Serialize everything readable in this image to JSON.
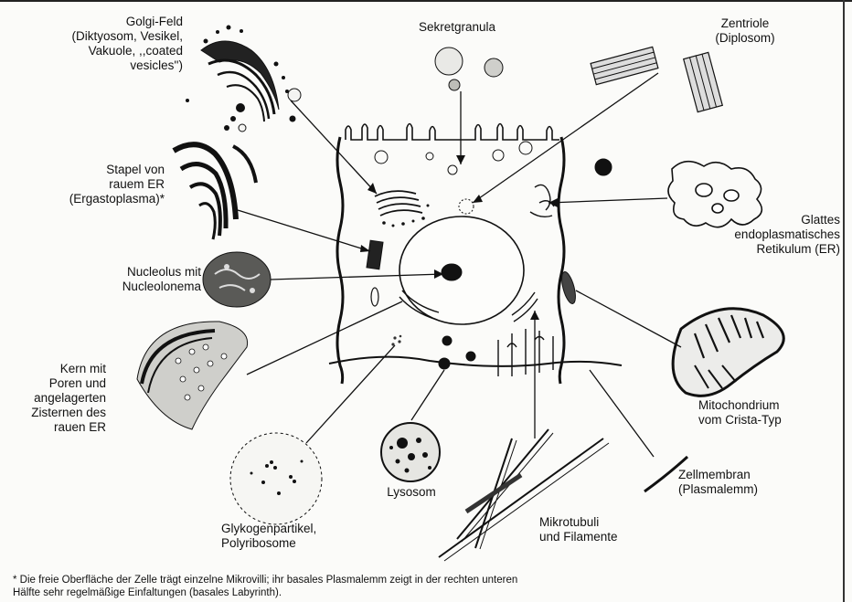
{
  "labels": {
    "golgi": [
      "Golgi-Feld",
      "(Diktyosom, Vesikel,",
      "Vakuole, ,,coated",
      "vesicles'')"
    ],
    "sekret": [
      "Sekretgranula"
    ],
    "zentriole": [
      "Zentriole",
      "(Diplosom)"
    ],
    "stapel": [
      "Stapel von",
      "rauem ER",
      "(Ergastoplasma)*"
    ],
    "glattes": [
      "Glattes",
      "endoplasmatisches",
      "Retikulum (ER)"
    ],
    "nucleolus": [
      "Nucleolus mit",
      "Nucleolonema"
    ],
    "kern": [
      "Kern mit",
      "Poren und",
      "angelagerten",
      "Zisternen des",
      "rauen ER"
    ],
    "mito": [
      "Mitochondrium",
      "vom Crista-Typ"
    ],
    "lysosom": [
      "Lysosom"
    ],
    "zellmembran": [
      "Zellmembran",
      "(Plasmalemm)"
    ],
    "glykogen": [
      "Glykogenpartikel,",
      "Polyribosome"
    ],
    "mikrotubuli": [
      "Mikrotubuli",
      "und Filamente"
    ]
  },
  "footnote": [
    "* Die freie Oberfläche der Zelle trägt einzelne Mikrovilli; ihr basales Plasmalemm zeigt in der rechten unteren",
    "Hälfte sehr regelmäßige Einfaltungen (basales Labyrinth)."
  ]
}
